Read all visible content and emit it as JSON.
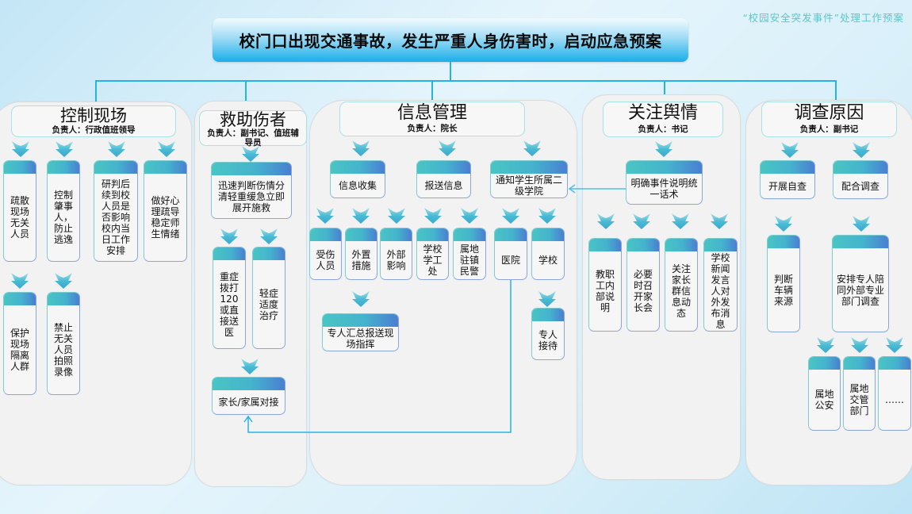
{
  "subtitle": "“校园安全突发事件”处理工作预案",
  "title": "校门口出现交通事故，发生严重人身伤害时，启动应急预案",
  "panels": {
    "control": {
      "title": "控制现场",
      "owner": "负责人：行政值班领导",
      "nodes": [
        "疏散现场无关人员",
        "控制肇事人，防止逃逸",
        "研判后续到校人员是否影响校内当日工作安排",
        "做好心理疏导稳定师生情绪",
        "保护现场隔离人群",
        "禁止无关人员拍照录像"
      ]
    },
    "rescue": {
      "title": "救助伤者",
      "owner": "负责人：副书记、值班辅导员",
      "nodes": [
        "迅速判断伤情分清轻重缓急立即展开施救",
        "重症拨打120或直接送医",
        "轻症适度治疗",
        "家长/家属对接"
      ]
    },
    "info": {
      "title": "信息管理",
      "owner": "负责人：院长",
      "nodes": [
        "信息收集",
        "报送信息",
        "通知学生所属二级学院",
        "受伤人员",
        "外置措施",
        "外部影响",
        "学校学工处",
        "属地驻镇民警",
        "医院",
        "学校",
        "专人汇总报送现场指挥",
        "专人接待"
      ]
    },
    "opinion": {
      "title": "关注舆情",
      "owner": "负责人：书记",
      "nodes": [
        "明确事件说明统一话术",
        "教职工内部说明",
        "必要时召开家长会",
        "关注家长群信息动态",
        "学校新闻发言人对外发布消息"
      ]
    },
    "investigate": {
      "title": "调查原因",
      "owner": "负责人：副书记",
      "nodes": [
        "开展自查",
        "配合调查",
        "判断车辆来源",
        "安排专人陪同外部专业部门调查",
        "属地公安",
        "属地交管部门",
        "……"
      ]
    }
  },
  "colors": {
    "connector": "#25b3e6",
    "node_cap_start": "#49c5c4",
    "node_cap_end": "#4a7fd1",
    "panel_bg": "#f2f2f2",
    "subtitle": "#5cc6c9"
  }
}
